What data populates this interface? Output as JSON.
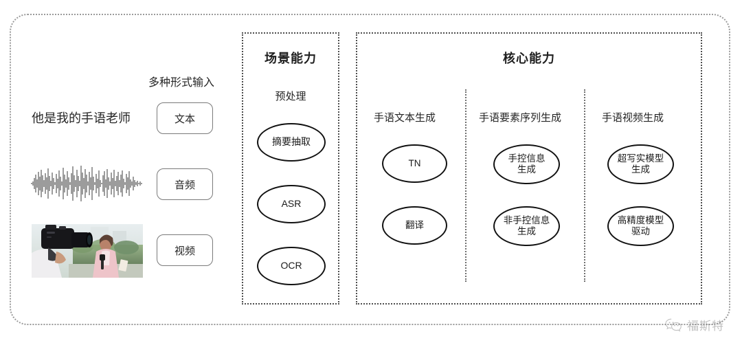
{
  "diagram": {
    "outer_frame": {
      "name": "outer-dotted-frame"
    },
    "input_section": {
      "heading": "多种形式输入",
      "sample_text": "他是我的手语老师",
      "modalities": [
        {
          "id": "text",
          "label": "文本",
          "media": "sample-sentence"
        },
        {
          "id": "audio",
          "label": "音频",
          "media": "audio-waveform"
        },
        {
          "id": "video",
          "label": "视频",
          "media": "video-thumbnail"
        }
      ]
    },
    "scene_capability": {
      "title": "场景能力",
      "subtitle": "预处理",
      "nodes": [
        {
          "label": "摘要抽取"
        },
        {
          "label": "ASR"
        },
        {
          "label": "OCR"
        }
      ]
    },
    "core_capability": {
      "title": "核心能力",
      "columns": [
        {
          "heading": "手语文本生成",
          "nodes": [
            {
              "label": "TN"
            },
            {
              "label": "翻译"
            }
          ]
        },
        {
          "heading": "手语要素序列生成",
          "nodes": [
            {
              "label": "手控信息\n生成"
            },
            {
              "label": "非手控信息\n生成"
            }
          ]
        },
        {
          "heading": "手语视频生成",
          "nodes": [
            {
              "label": "超写实模型\n生成"
            },
            {
              "label": "高精度模型\n驱动"
            }
          ]
        }
      ]
    },
    "watermark": {
      "icon": "wechat-icon",
      "text": "福斯特"
    },
    "colors": {
      "background": "#ffffff",
      "outer_border": "#9a9a9a",
      "group_border": "#4d4d4d",
      "node_stroke": "#111111",
      "chip_stroke": "#7a7a7a",
      "text": "#262626",
      "watermark": "#6d6d6d"
    }
  }
}
